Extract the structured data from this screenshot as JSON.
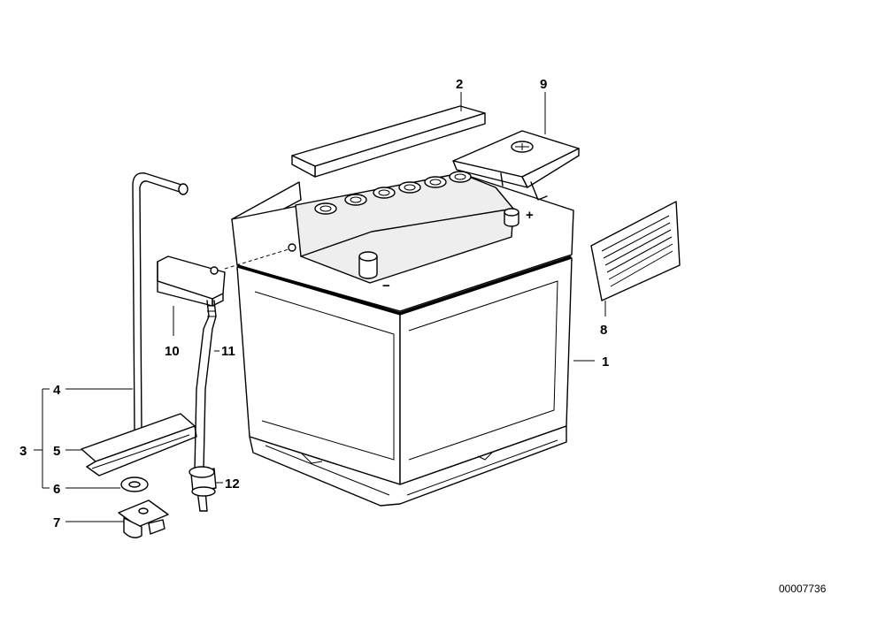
{
  "diagram": {
    "reference_number": "00007736",
    "callouts": {
      "c1": "1",
      "c2": "2",
      "c3": "3",
      "c4": "4",
      "c5": "5",
      "c6": "6",
      "c7": "7",
      "c8": "8",
      "c9": "9",
      "c10": "10",
      "c11": "11",
      "c12": "12"
    },
    "terminal_marks": {
      "plus": "+",
      "minus": "−"
    }
  }
}
